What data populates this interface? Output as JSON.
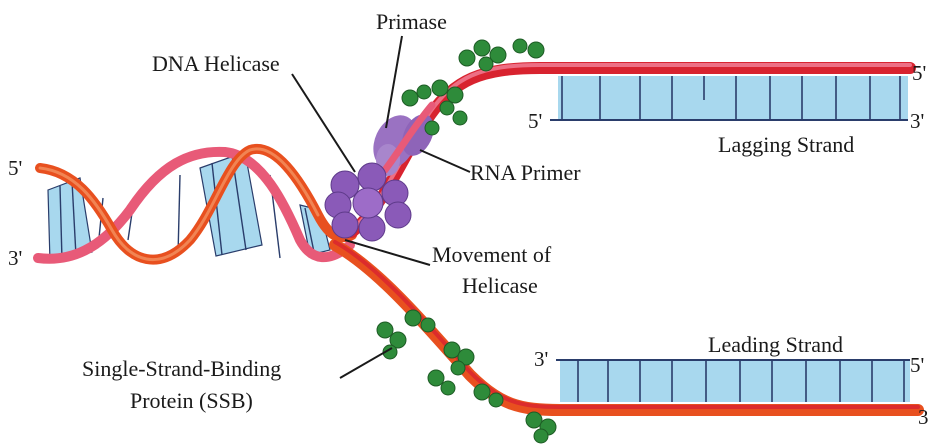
{
  "labels": {
    "primase": "Primase",
    "dna_helicase": "DNA Helicase",
    "rna_primer": "RNA Primer",
    "lagging_strand": "Lagging Strand",
    "leading_strand": "Leading Strand",
    "movement_line1": "Movement of",
    "movement_line2": "Helicase",
    "ssb_line1": "Single-Strand-Binding",
    "ssb_line2": "Protein (SSB)"
  },
  "strand_ends": {
    "parent_top_left": "5'",
    "parent_bottom_left": "3'",
    "lagging_template_right": "5'",
    "lagging_new_left": "5'",
    "lagging_new_right": "3'",
    "leading_new_left": "3'",
    "leading_new_right": "5'",
    "leading_template_right": "3"
  },
  "colors": {
    "strand_red": "#d8232f",
    "strand_pink": "#e85a78",
    "strand_orange": "#e8501f",
    "rung_blue": "#a8d8ee",
    "rung_line": "#2a3d6b",
    "helicase_purple": "#8a5ab8",
    "primase_purple": "#9a72c2",
    "ssb_green": "#2e8b3a"
  }
}
